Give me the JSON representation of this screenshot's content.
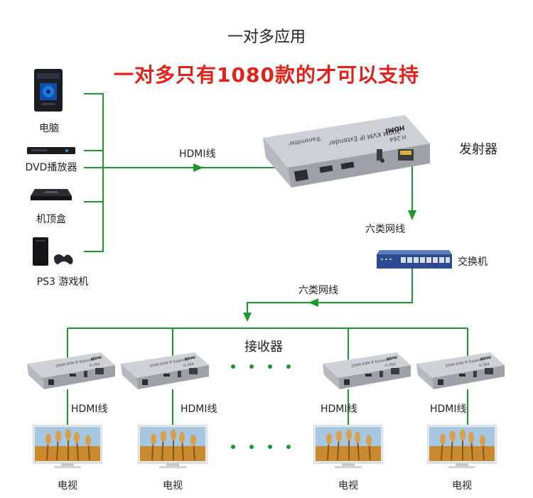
{
  "header": {
    "title": "一对多应用",
    "subtitle": "一对多只有1080款的才可以支持"
  },
  "sources": [
    {
      "label": "电脑",
      "icon": "pc-tower-icon"
    },
    {
      "label": "DVD播放器",
      "icon": "dvd-player-icon"
    },
    {
      "label": "机顶盒",
      "icon": "set-top-box-icon"
    },
    {
      "label": "PS3 游戏机",
      "icon": "game-console-icon"
    }
  ],
  "cables": {
    "hdmi": "HDMI线",
    "cat6_top": "六类网线",
    "cat6_mid": "六类网线"
  },
  "transmitter": {
    "label": "发射器",
    "brand": "HDMI",
    "model_line": "200M KVM IP Extender",
    "codec": "H.264",
    "role": "Transmitter"
  },
  "switch": {
    "label": "交换机"
  },
  "receivers": {
    "label": "接收器",
    "device_text": "200M KVM IP Extender",
    "codec": "H.264",
    "brand": "HDMI",
    "units": [
      {
        "hdmi_label": "HDMI线",
        "tv_label": "电视"
      },
      {
        "hdmi_label": "HDMI线",
        "tv_label": "电视"
      },
      {
        "hdmi_label": "HDMI线",
        "tv_label": "电视"
      },
      {
        "hdmi_label": "HDMI线",
        "tv_label": "电视"
      }
    ]
  },
  "colors": {
    "wire": "#1a9a2a",
    "accent_red": "#e3211b",
    "device_grey": "#b8bcc2"
  }
}
